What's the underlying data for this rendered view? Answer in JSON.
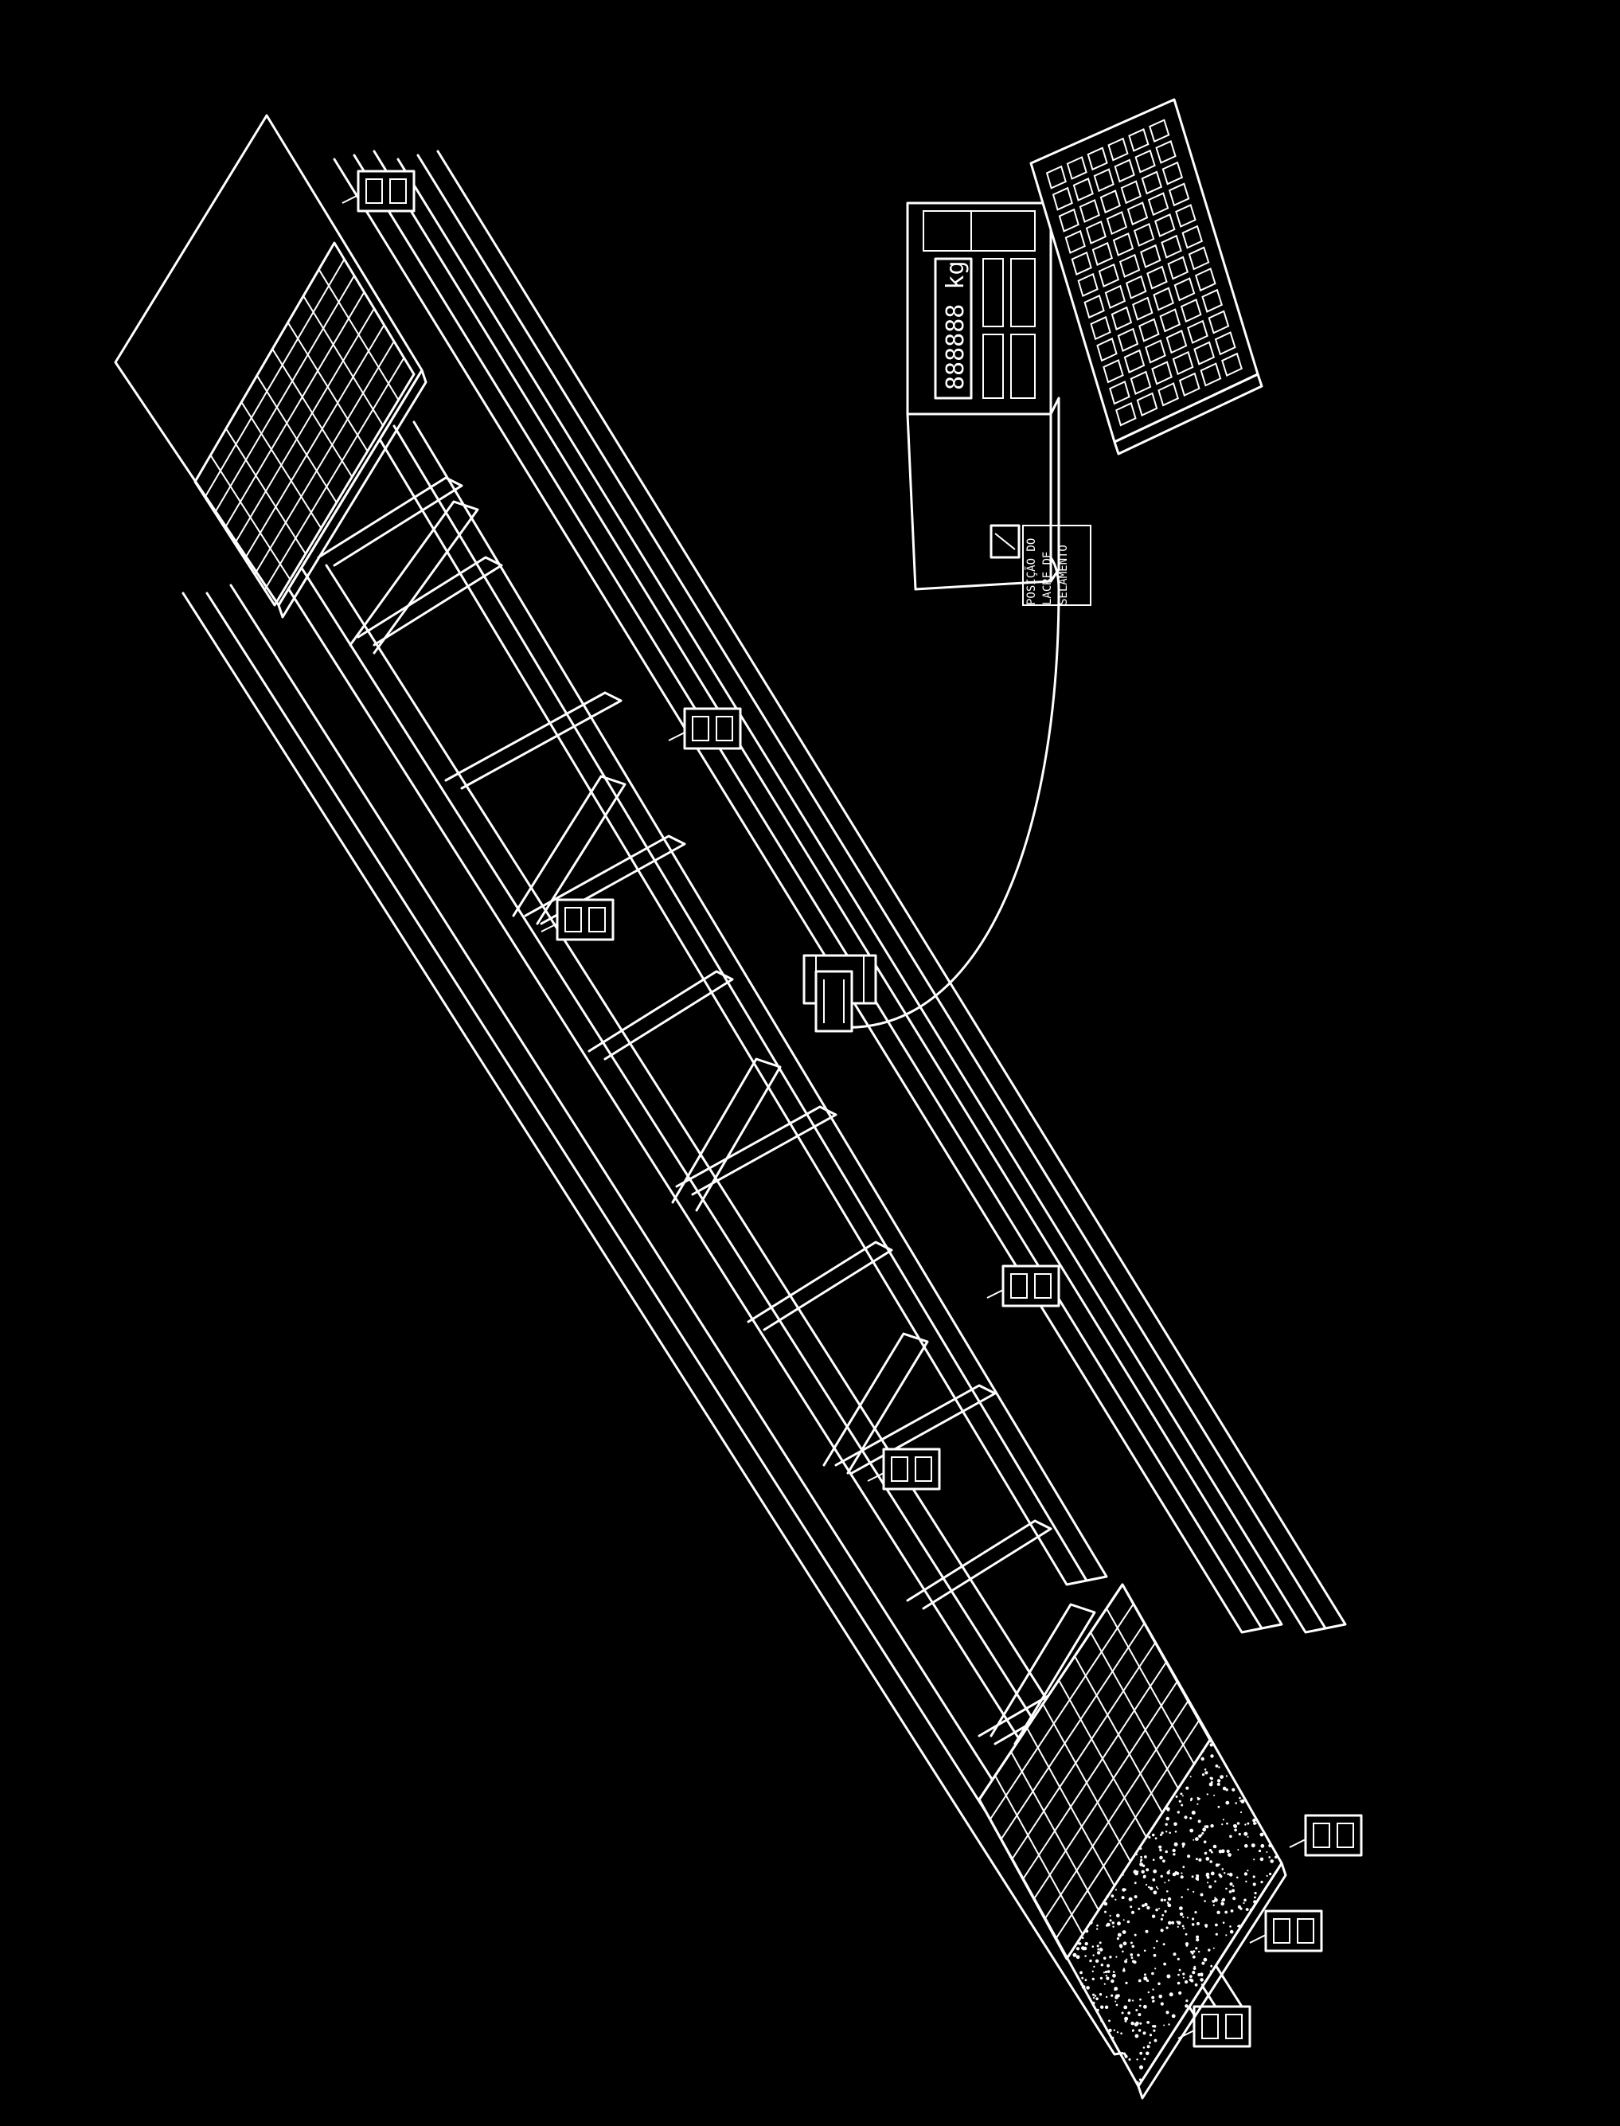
{
  "diagram": {
    "callout": {
      "lines": [
        "POSIÇÃO DO",
        "LACRE DE",
        "SELAMENTO"
      ]
    },
    "display": {
      "readout": "888888 kg"
    },
    "colors": {
      "background": "#000000",
      "stroke": "#ffffff"
    },
    "components": {
      "left_platform": "grid-platform",
      "right_platform": "grid-platform",
      "frame": "beam-frame",
      "indicator": "weighing-indicator",
      "keyboard": "keyboard",
      "cable": "signal-cable"
    }
  }
}
